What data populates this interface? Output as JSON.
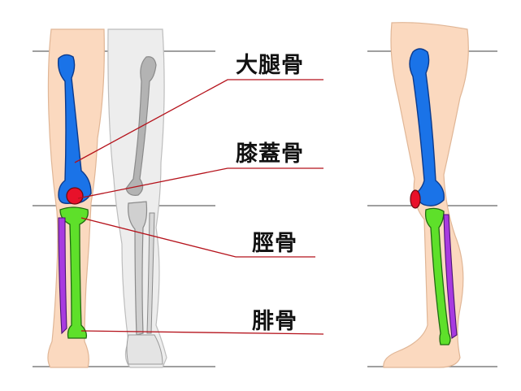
{
  "labels": {
    "femur": "大腿骨",
    "patella": "膝蓋骨",
    "tibia": "脛骨",
    "fibula": "腓骨"
  },
  "colors": {
    "femur": "#1a73e8",
    "patella": "#e8112a",
    "tibia": "#5ee02a",
    "fibula": "#a83be0",
    "skin": "#fbd9bf",
    "skeleton_gray": "#c9c9c9",
    "leader_line": "#b5121b",
    "guide_line": "#666666"
  }
}
